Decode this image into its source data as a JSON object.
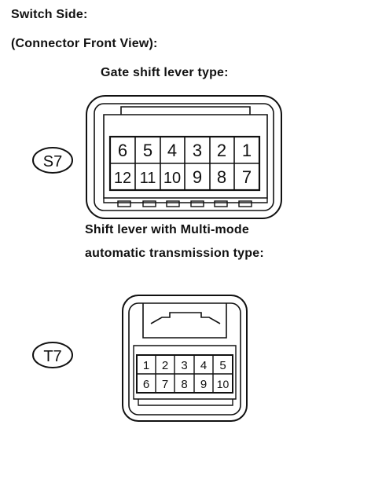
{
  "header": {
    "line1": "Switch Side:",
    "line2": "(Connector Front View):"
  },
  "connector_s7": {
    "title": "Gate shift lever type:",
    "tag": "S7",
    "row1": [
      "6",
      "5",
      "4",
      "3",
      "2",
      "1"
    ],
    "row2": [
      "12",
      "11",
      "10",
      "9",
      "8",
      "7"
    ]
  },
  "connector_t7": {
    "title_line1": "Shift lever with Multi-mode",
    "title_line2": "automatic transmission type:",
    "tag": "T7",
    "row1": [
      "1",
      "2",
      "3",
      "4",
      "5"
    ],
    "row2": [
      "6",
      "7",
      "8",
      "9",
      "10"
    ]
  }
}
